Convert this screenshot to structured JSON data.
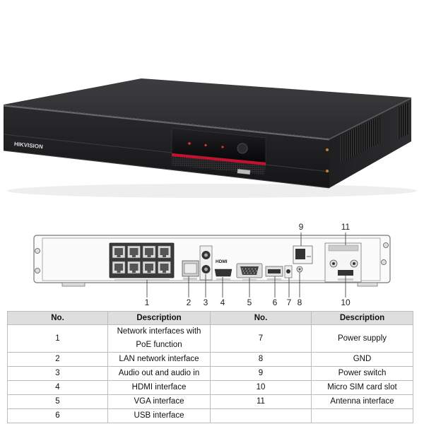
{
  "device": {
    "brand_logo": "HIKVISION",
    "hdmi_logo": "HDMI"
  },
  "diagram": {
    "callouts": [
      "1",
      "2",
      "3",
      "4",
      "5",
      "6",
      "7",
      "8",
      "9",
      "10",
      "11"
    ]
  },
  "table": {
    "headers": [
      "No.",
      "Description",
      "No.",
      "Description"
    ],
    "rows": [
      {
        "no_left": "1",
        "desc_left": "Network interfaces with PoE function",
        "no_right": "7",
        "desc_right": "Power supply"
      },
      {
        "no_left": "2",
        "desc_left": "LAN network interface",
        "no_right": "8",
        "desc_right": "GND"
      },
      {
        "no_left": "3",
        "desc_left": "Audio out and audio in",
        "no_right": "9",
        "desc_right": "Power switch"
      },
      {
        "no_left": "4",
        "desc_left": "HDMI interface",
        "no_right": "10",
        "desc_right": "Micro SIM card slot"
      },
      {
        "no_left": "5",
        "desc_left": "VGA interface",
        "no_right": "11",
        "desc_right": "Antenna interface"
      },
      {
        "no_left": "6",
        "desc_left": "USB interface",
        "no_right": "",
        "desc_right": ""
      }
    ]
  },
  "colors": {
    "accent_red": "#c8102e",
    "table_header_bg": "#dedede",
    "device_body": "#1c1c1e"
  }
}
